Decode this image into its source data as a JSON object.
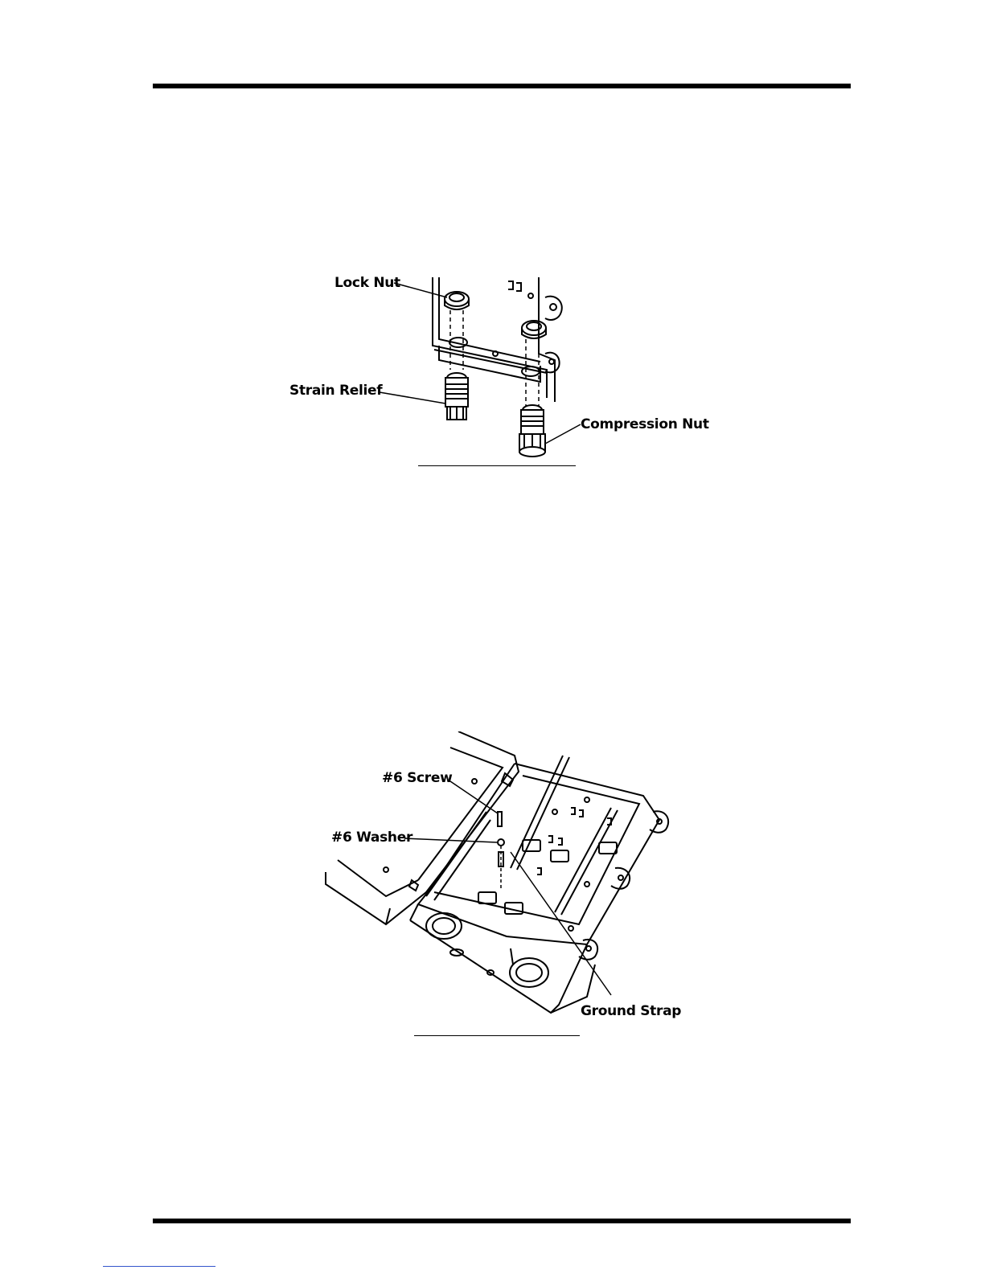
{
  "figure1": {
    "callouts": {
      "lock_nut": "Lock Nut",
      "strain_relief": "Strain Relief",
      "compression_nut": "Compression Nut"
    }
  },
  "figure2": {
    "callouts": {
      "screw": "#6 Screw",
      "washer": "#6 Washer",
      "ground_strap": "Ground Strap"
    }
  }
}
